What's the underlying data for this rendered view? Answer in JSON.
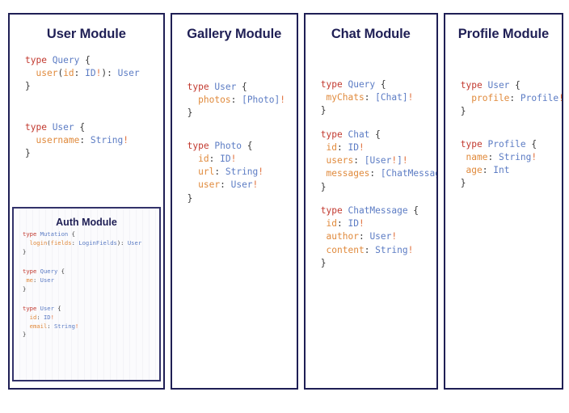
{
  "board": {
    "background": "#ffffff",
    "border_color": "#1f1f55",
    "title_color": "#1f1f55",
    "syntax_colors": {
      "keyword": "#c2392f",
      "type_name": "#5c7cc4",
      "field_name": "#e08a3c",
      "punctuation": "#3a3a3a",
      "non_null_bang": "#e0703c"
    }
  },
  "modules": [
    {
      "id": "user-module",
      "title": "User Module",
      "blocks": [
        {
          "lines": [
            [
              {
                "t": "type ",
                "c": "kw"
              },
              {
                "t": "Query",
                "c": "type"
              },
              {
                "t": " {",
                "c": "punc"
              }
            ],
            [
              {
                "t": "  ",
                "c": "punc"
              },
              {
                "t": "user",
                "c": "field"
              },
              {
                "t": "(",
                "c": "punc"
              },
              {
                "t": "id",
                "c": "field"
              },
              {
                "t": ": ",
                "c": "punc"
              },
              {
                "t": "ID",
                "c": "type"
              },
              {
                "t": "!",
                "c": "bang"
              },
              {
                "t": "): ",
                "c": "punc"
              },
              {
                "t": "User",
                "c": "type"
              }
            ],
            [
              {
                "t": "}",
                "c": "punc"
              }
            ]
          ]
        },
        {
          "lines": [
            [
              {
                "t": "type ",
                "c": "kw"
              },
              {
                "t": "User",
                "c": "type"
              },
              {
                "t": " {",
                "c": "punc"
              }
            ],
            [
              {
                "t": "  ",
                "c": "punc"
              },
              {
                "t": "username",
                "c": "field"
              },
              {
                "t": ": ",
                "c": "punc"
              },
              {
                "t": "String",
                "c": "type"
              },
              {
                "t": "!",
                "c": "bang"
              }
            ],
            [
              {
                "t": "}",
                "c": "punc"
              }
            ]
          ]
        }
      ],
      "inner_panel": {
        "id": "auth-module",
        "title": "Auth Module",
        "blocks": [
          {
            "lines": [
              [
                {
                  "t": "type ",
                  "c": "kw"
                },
                {
                  "t": "Mutation",
                  "c": "type"
                },
                {
                  "t": " {",
                  "c": "punc"
                }
              ],
              [
                {
                  "t": "  ",
                  "c": "punc"
                },
                {
                  "t": "login",
                  "c": "field"
                },
                {
                  "t": "(",
                  "c": "punc"
                },
                {
                  "t": "fields",
                  "c": "field"
                },
                {
                  "t": ": ",
                  "c": "punc"
                },
                {
                  "t": "LoginFields",
                  "c": "type"
                },
                {
                  "t": "): ",
                  "c": "punc"
                },
                {
                  "t": "User",
                  "c": "type"
                }
              ],
              [
                {
                  "t": "}",
                  "c": "punc"
                }
              ]
            ]
          },
          {
            "lines": [
              [
                {
                  "t": "type ",
                  "c": "kw"
                },
                {
                  "t": "Query",
                  "c": "type"
                },
                {
                  "t": " {",
                  "c": "punc"
                }
              ],
              [
                {
                  "t": " ",
                  "c": "punc"
                },
                {
                  "t": "me",
                  "c": "field"
                },
                {
                  "t": ": ",
                  "c": "punc"
                },
                {
                  "t": "User",
                  "c": "type"
                }
              ],
              [
                {
                  "t": "}",
                  "c": "punc"
                }
              ]
            ]
          },
          {
            "lines": [
              [
                {
                  "t": "type ",
                  "c": "kw"
                },
                {
                  "t": "User",
                  "c": "type"
                },
                {
                  "t": " {",
                  "c": "punc"
                }
              ],
              [
                {
                  "t": "  ",
                  "c": "punc"
                },
                {
                  "t": "id",
                  "c": "field"
                },
                {
                  "t": ": ",
                  "c": "punc"
                },
                {
                  "t": "ID",
                  "c": "type"
                },
                {
                  "t": "!",
                  "c": "bang"
                }
              ],
              [
                {
                  "t": "  ",
                  "c": "punc"
                },
                {
                  "t": "email",
                  "c": "field"
                },
                {
                  "t": ": ",
                  "c": "punc"
                },
                {
                  "t": "String",
                  "c": "type"
                },
                {
                  "t": "!",
                  "c": "bang"
                }
              ],
              [
                {
                  "t": "}",
                  "c": "punc"
                }
              ]
            ]
          }
        ]
      }
    },
    {
      "id": "gallery-module",
      "title": "Gallery Module",
      "blocks": [
        {
          "lines": [
            [
              {
                "t": "type ",
                "c": "kw"
              },
              {
                "t": "User",
                "c": "type"
              },
              {
                "t": " {",
                "c": "punc"
              }
            ],
            [
              {
                "t": "  ",
                "c": "punc"
              },
              {
                "t": "photos",
                "c": "field"
              },
              {
                "t": ": ",
                "c": "punc"
              },
              {
                "t": "[",
                "c": "type"
              },
              {
                "t": "Photo",
                "c": "type"
              },
              {
                "t": "]",
                "c": "type"
              },
              {
                "t": "!",
                "c": "bang"
              }
            ],
            [
              {
                "t": "}",
                "c": "punc"
              }
            ]
          ]
        },
        {
          "lines": [
            [
              {
                "t": "type ",
                "c": "kw"
              },
              {
                "t": "Photo",
                "c": "type"
              },
              {
                "t": " {",
                "c": "punc"
              }
            ],
            [
              {
                "t": "  ",
                "c": "punc"
              },
              {
                "t": "id",
                "c": "field"
              },
              {
                "t": ": ",
                "c": "punc"
              },
              {
                "t": "ID",
                "c": "type"
              },
              {
                "t": "!",
                "c": "bang"
              }
            ],
            [
              {
                "t": "  ",
                "c": "punc"
              },
              {
                "t": "url",
                "c": "field"
              },
              {
                "t": ": ",
                "c": "punc"
              },
              {
                "t": "String",
                "c": "type"
              },
              {
                "t": "!",
                "c": "bang"
              }
            ],
            [
              {
                "t": "  ",
                "c": "punc"
              },
              {
                "t": "user",
                "c": "field"
              },
              {
                "t": ": ",
                "c": "punc"
              },
              {
                "t": "User",
                "c": "type"
              },
              {
                "t": "!",
                "c": "bang"
              }
            ],
            [
              {
                "t": "}",
                "c": "punc"
              }
            ]
          ]
        }
      ]
    },
    {
      "id": "chat-module",
      "title": "Chat Module",
      "blocks": [
        {
          "lines": [
            [
              {
                "t": "type ",
                "c": "kw"
              },
              {
                "t": "Query",
                "c": "type"
              },
              {
                "t": " {",
                "c": "punc"
              }
            ],
            [
              {
                "t": " ",
                "c": "punc"
              },
              {
                "t": "myChats",
                "c": "field"
              },
              {
                "t": ": ",
                "c": "punc"
              },
              {
                "t": "[",
                "c": "type"
              },
              {
                "t": "Chat",
                "c": "type"
              },
              {
                "t": "]",
                "c": "type"
              },
              {
                "t": "!",
                "c": "bang"
              }
            ],
            [
              {
                "t": "}",
                "c": "punc"
              }
            ]
          ]
        },
        {
          "lines": [
            [
              {
                "t": "type ",
                "c": "kw"
              },
              {
                "t": "Chat",
                "c": "type"
              },
              {
                "t": " {",
                "c": "punc"
              }
            ],
            [
              {
                "t": " ",
                "c": "punc"
              },
              {
                "t": "id",
                "c": "field"
              },
              {
                "t": ": ",
                "c": "punc"
              },
              {
                "t": "ID",
                "c": "type"
              },
              {
                "t": "!",
                "c": "bang"
              }
            ],
            [
              {
                "t": " ",
                "c": "punc"
              },
              {
                "t": "users",
                "c": "field"
              },
              {
                "t": ": ",
                "c": "punc"
              },
              {
                "t": "[",
                "c": "type"
              },
              {
                "t": "User",
                "c": "type"
              },
              {
                "t": "!",
                "c": "bang"
              },
              {
                "t": "]",
                "c": "type"
              },
              {
                "t": "!",
                "c": "bang"
              }
            ],
            [
              {
                "t": " ",
                "c": "punc"
              },
              {
                "t": "messages",
                "c": "field"
              },
              {
                "t": ": ",
                "c": "punc"
              },
              {
                "t": "[",
                "c": "type"
              },
              {
                "t": "ChatMessage",
                "c": "type"
              },
              {
                "t": "]",
                "c": "type"
              },
              {
                "t": "!",
                "c": "bang"
              }
            ],
            [
              {
                "t": "}",
                "c": "punc"
              }
            ]
          ]
        },
        {
          "lines": [
            [
              {
                "t": "type ",
                "c": "kw"
              },
              {
                "t": "ChatMessage",
                "c": "type"
              },
              {
                "t": " {",
                "c": "punc"
              }
            ],
            [
              {
                "t": " ",
                "c": "punc"
              },
              {
                "t": "id",
                "c": "field"
              },
              {
                "t": ": ",
                "c": "punc"
              },
              {
                "t": "ID",
                "c": "type"
              },
              {
                "t": "!",
                "c": "bang"
              }
            ],
            [
              {
                "t": " ",
                "c": "punc"
              },
              {
                "t": "author",
                "c": "field"
              },
              {
                "t": ": ",
                "c": "punc"
              },
              {
                "t": "User",
                "c": "type"
              },
              {
                "t": "!",
                "c": "bang"
              }
            ],
            [
              {
                "t": " ",
                "c": "punc"
              },
              {
                "t": "content",
                "c": "field"
              },
              {
                "t": ": ",
                "c": "punc"
              },
              {
                "t": "String",
                "c": "type"
              },
              {
                "t": "!",
                "c": "bang"
              }
            ],
            [
              {
                "t": "}",
                "c": "punc"
              }
            ]
          ]
        }
      ]
    },
    {
      "id": "profile-module",
      "title": "Profile Module",
      "blocks": [
        {
          "lines": [
            [
              {
                "t": "type ",
                "c": "kw"
              },
              {
                "t": "User",
                "c": "type"
              },
              {
                "t": " {",
                "c": "punc"
              }
            ],
            [
              {
                "t": "  ",
                "c": "punc"
              },
              {
                "t": "profile",
                "c": "field"
              },
              {
                "t": ": ",
                "c": "punc"
              },
              {
                "t": "Profile",
                "c": "type"
              },
              {
                "t": "!",
                "c": "bang"
              }
            ],
            [
              {
                "t": "}",
                "c": "punc"
              }
            ]
          ]
        },
        {
          "lines": [
            [
              {
                "t": "type ",
                "c": "kw"
              },
              {
                "t": "Profile",
                "c": "type"
              },
              {
                "t": " {",
                "c": "punc"
              }
            ],
            [
              {
                "t": " ",
                "c": "punc"
              },
              {
                "t": "name",
                "c": "field"
              },
              {
                "t": ": ",
                "c": "punc"
              },
              {
                "t": "String",
                "c": "type"
              },
              {
                "t": "!",
                "c": "bang"
              }
            ],
            [
              {
                "t": " ",
                "c": "punc"
              },
              {
                "t": "age",
                "c": "field"
              },
              {
                "t": ": ",
                "c": "punc"
              },
              {
                "t": "Int",
                "c": "type"
              }
            ],
            [
              {
                "t": "}",
                "c": "punc"
              }
            ]
          ]
        }
      ]
    }
  ]
}
